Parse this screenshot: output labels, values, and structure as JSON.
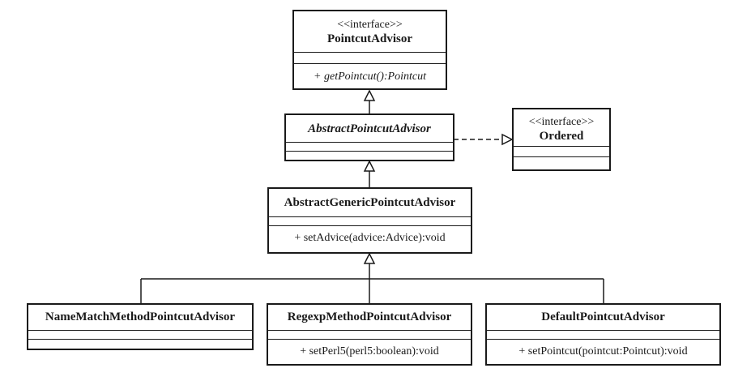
{
  "classes": {
    "pointcut_advisor": {
      "stereotype": "<<interface>>",
      "name": "PointcutAdvisor",
      "operation": "+ getPointcut():Pointcut"
    },
    "abstract_pointcut_advisor": {
      "name": "AbstractPointcutAdvisor"
    },
    "ordered": {
      "stereotype": "<<interface>>",
      "name": "Ordered"
    },
    "abstract_generic_pointcut_advisor": {
      "name": "AbstractGenericPointcutAdvisor",
      "operation": "+ setAdvice(advice:Advice):void"
    },
    "name_match_method_pointcut_advisor": {
      "name": "NameMatchMethodPointcutAdvisor"
    },
    "regexp_method_pointcut_advisor": {
      "name": "RegexpMethodPointcutAdvisor",
      "operation": "+ setPerl5(perl5:boolean):void"
    },
    "default_pointcut_advisor": {
      "name": "DefaultPointcutAdvisor",
      "operation": "+ setPointcut(pointcut:Pointcut):void"
    }
  },
  "relations": [
    {
      "from": "abstract_pointcut_advisor",
      "to": "pointcut_advisor",
      "kind": "generalization"
    },
    {
      "from": "abstract_pointcut_advisor",
      "to": "ordered",
      "kind": "realization"
    },
    {
      "from": "abstract_generic_pointcut_advisor",
      "to": "abstract_pointcut_advisor",
      "kind": "generalization"
    },
    {
      "from": "name_match_method_pointcut_advisor",
      "to": "abstract_generic_pointcut_advisor",
      "kind": "generalization"
    },
    {
      "from": "regexp_method_pointcut_advisor",
      "to": "abstract_generic_pointcut_advisor",
      "kind": "generalization"
    },
    {
      "from": "default_pointcut_advisor",
      "to": "abstract_generic_pointcut_advisor",
      "kind": "generalization"
    }
  ]
}
